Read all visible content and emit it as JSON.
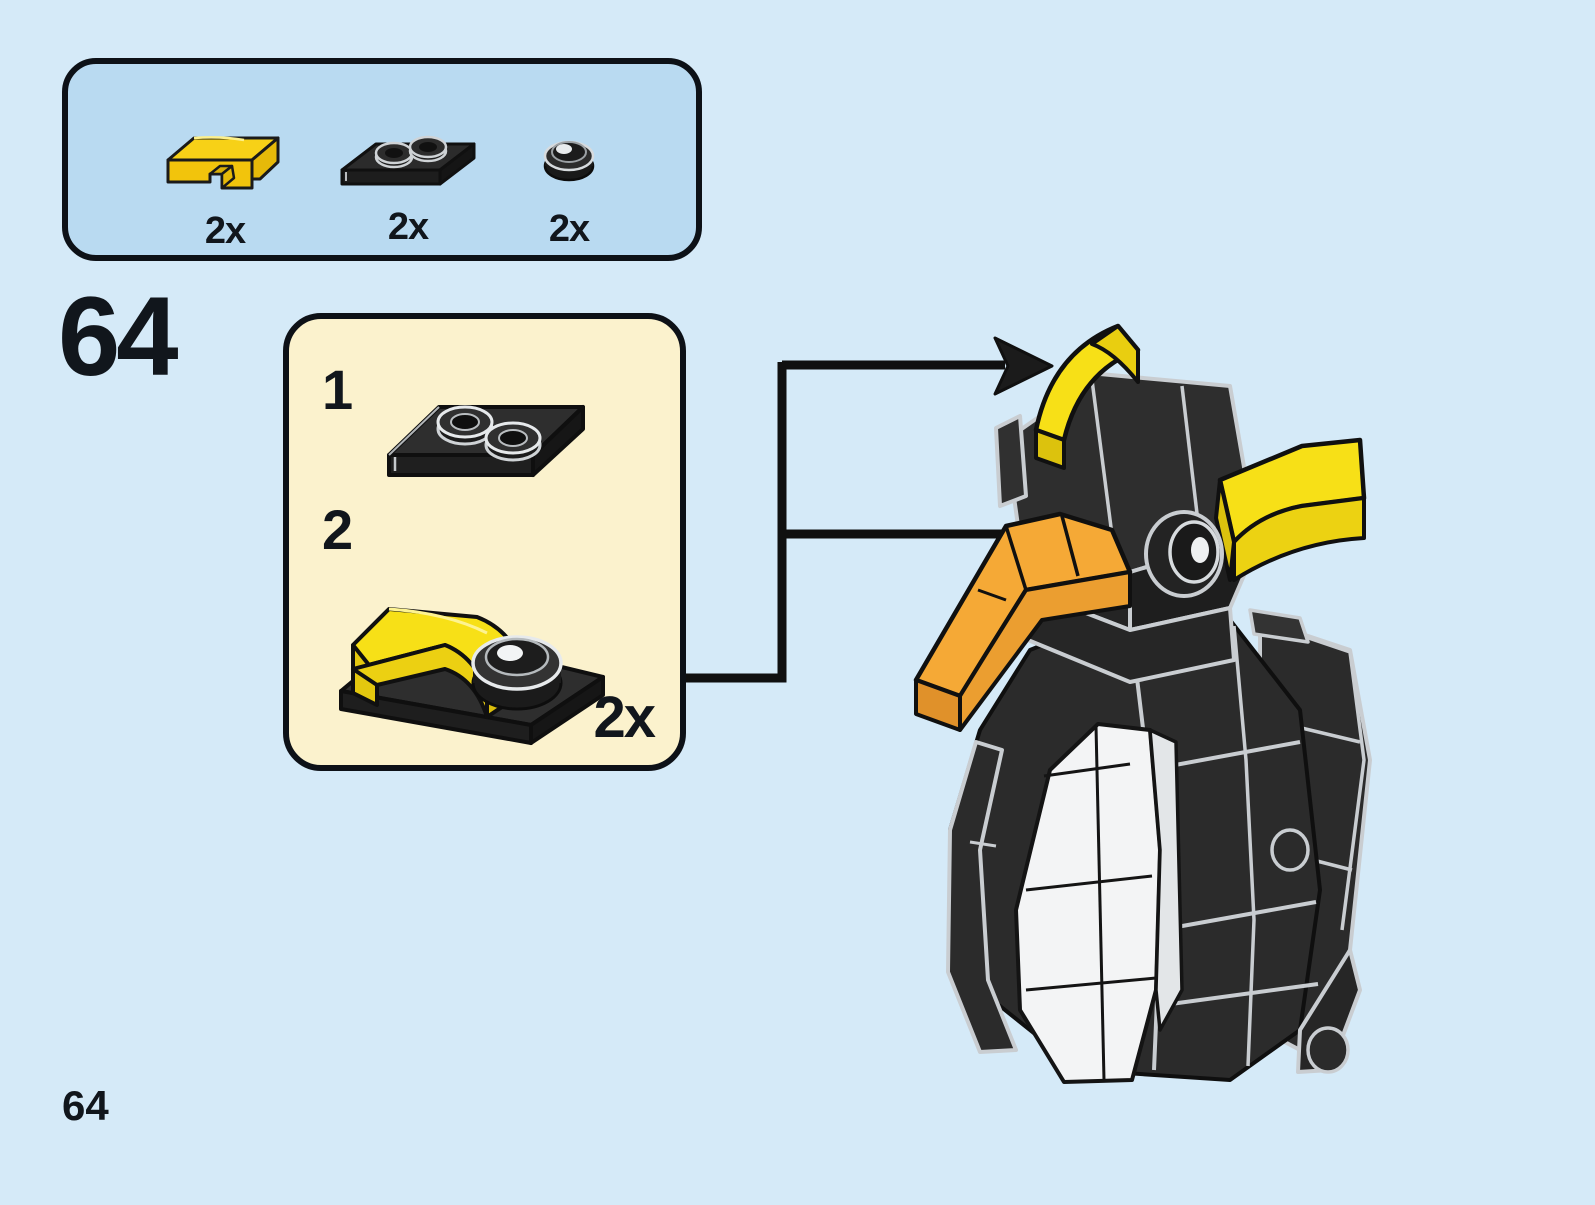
{
  "page": {
    "background_color": "#d5eaf8",
    "page_number": "64",
    "step_number": "64"
  },
  "parts_box": {
    "name": "parts-inventory",
    "background_color": "#b9daf1",
    "border_color": "#0d1117",
    "parts": [
      {
        "icon": "yellow-curved-slope-2x1-icon",
        "count": "2x",
        "color": "#f7d117",
        "description": "curved slope brick"
      },
      {
        "icon": "black-plate-1x3-with-2-studs-icon",
        "count": "2x",
        "color": "#1b1b1b",
        "description": "plate with two studs"
      },
      {
        "icon": "black-round-tile-1x1-icon",
        "count": "2x",
        "color": "#1b1b1b",
        "description": "round tile"
      }
    ]
  },
  "substep_box": {
    "name": "sub-assembly-callout",
    "background_color": "#fbf2cd",
    "border_color": "#0d1117",
    "multiplier": "2x",
    "steps": [
      {
        "index": "1",
        "icon": "black-plate-1x3-with-2-studs-icon",
        "description": "black plate with two studs"
      },
      {
        "index": "2",
        "icon": "yellow-slope-on-plate-icon",
        "description": "yellow curved slope and round tile attached to plate"
      }
    ]
  },
  "callouts": [
    {
      "name": "callout-arrow-top",
      "target": "yellow-crest-left"
    },
    {
      "name": "callout-arrow-bottom",
      "target": "orange-beak"
    }
  ],
  "model": {
    "name": "penguin-model",
    "colors": {
      "body_black": "#2b2b2b",
      "body_black_dark": "#1d1d1d",
      "belly_white": "#f2f2f2",
      "belly_white_shade": "#e2e4e6",
      "beak_orange": "#f5a936",
      "beak_orange_dark": "#e1952a",
      "crest_yellow": "#f7e017",
      "crest_yellow_dark": "#e8cf10",
      "outline_gray": "#c9cdd1"
    },
    "parts_highlighted": [
      "yellow-crest-left",
      "yellow-crest-right",
      "orange-beak",
      "black-eye"
    ]
  }
}
